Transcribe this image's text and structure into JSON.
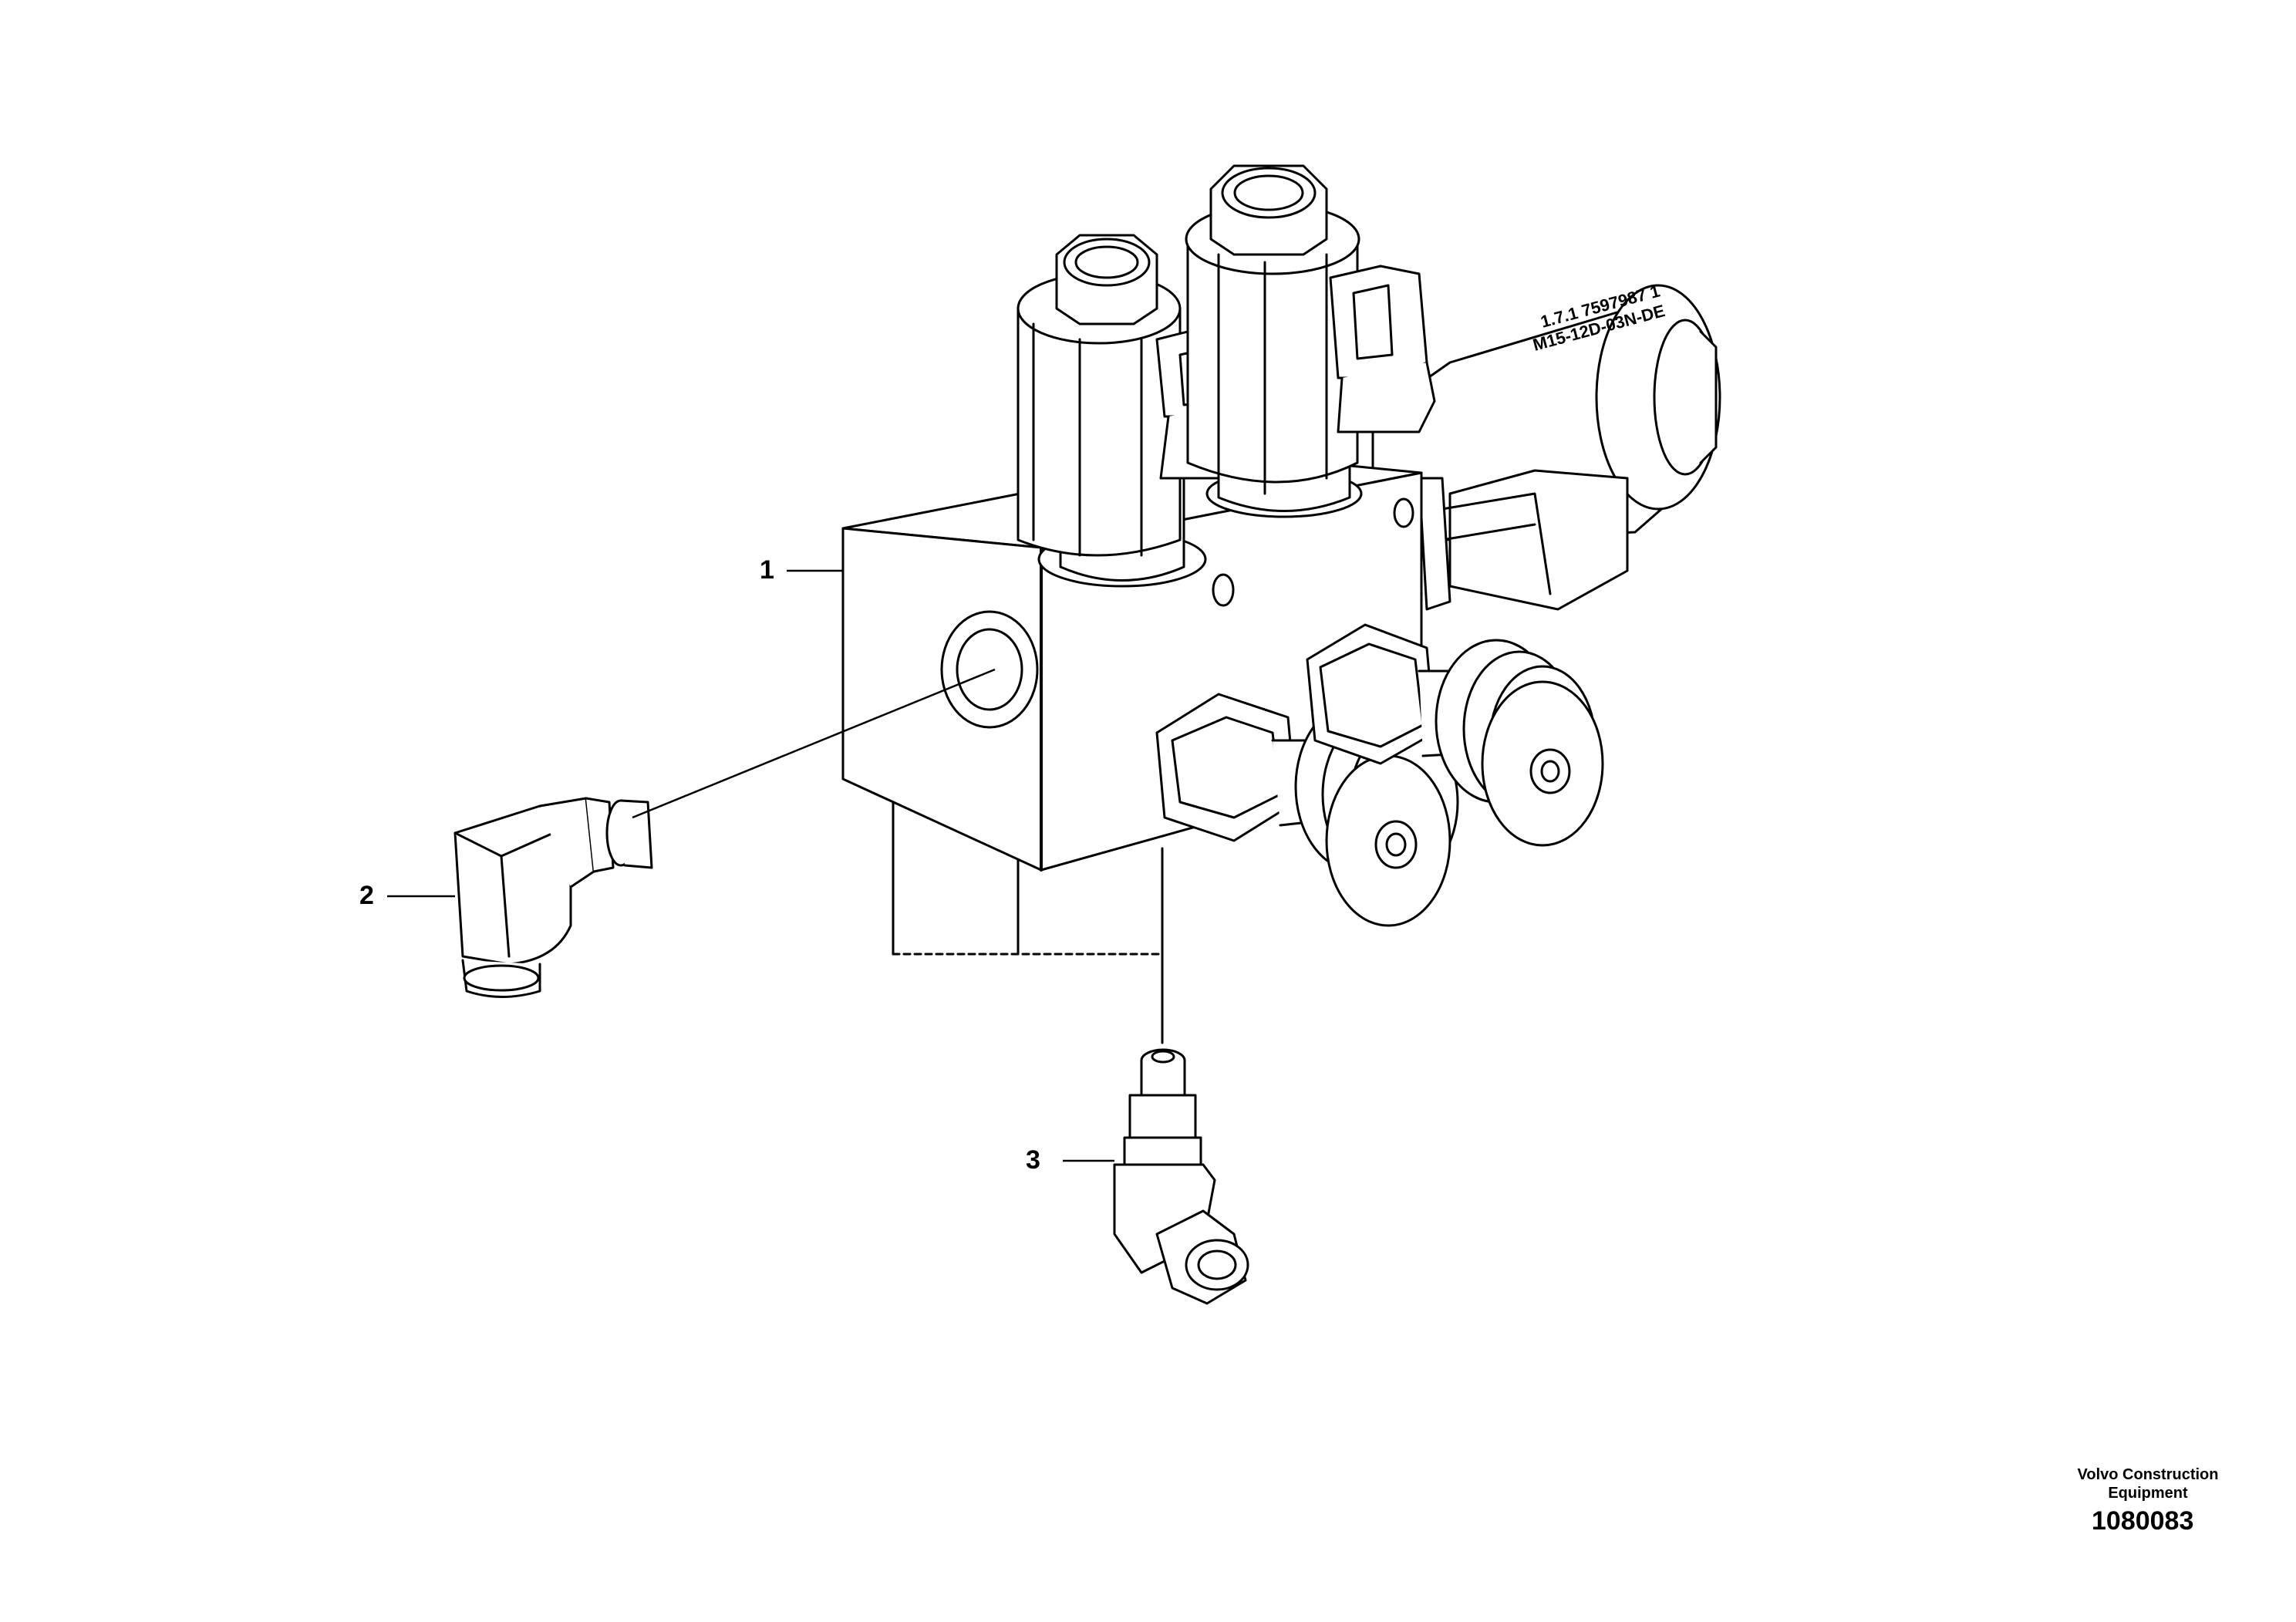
{
  "callouts": [
    {
      "id": "callout-1",
      "label": "1"
    },
    {
      "id": "callout-2",
      "label": "2"
    },
    {
      "id": "callout-3",
      "label": "3"
    }
  ],
  "coil_marking": {
    "line1": "1.7.1 7597987 1",
    "line2": "M15-12D-03N-DE"
  },
  "footer": {
    "publisher_line1": "Volvo Construction",
    "publisher_line2": "Equipment",
    "drawing_number": "1080083"
  }
}
